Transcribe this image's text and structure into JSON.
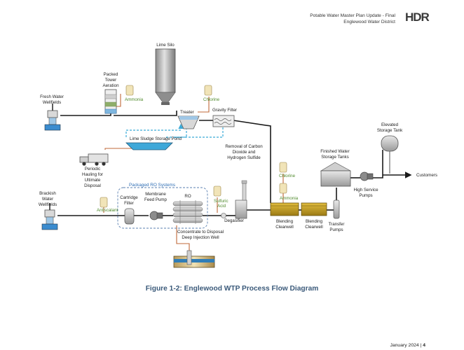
{
  "header": {
    "line1": "Potable Water Master Plan Update - Final",
    "line2": "Englewood Water District",
    "logo": "HDR"
  },
  "diagram": {
    "lime_silo": "Lime Silo",
    "packed_tower": [
      "Packed",
      "Tower",
      "Aeration"
    ],
    "fresh_water": [
      "Fresh Water",
      "Wellfields"
    ],
    "ammonia_top": "Ammonia",
    "chlorine_top": "Chlorine",
    "treater": "Treater",
    "gravity_filter": "Gravity Filter",
    "lime_sludge": "Lime Sludge Storage Pond",
    "periodic_hauling": [
      "Periodic",
      "Hauling for",
      "Ultimate",
      "Disposal"
    ],
    "removal": [
      "Removal of Carbon",
      "Dioxide and",
      "Hydrogen Sulfide"
    ],
    "chlorine_mid": "Chlorine",
    "ammonia_mid": "Ammonia",
    "finished_water": [
      "Finished Water",
      "Storage Tanks"
    ],
    "elevated_tank": [
      "Elevated",
      "Storage Tank"
    ],
    "customers": "Customers",
    "high_service": [
      "High Service",
      "Pumps"
    ],
    "brackish": [
      "Brackish",
      "Water",
      "Wellfields"
    ],
    "antiscalant": "Antiscalant",
    "packaged_ro": "Packaged RO Systems",
    "cartridge": [
      "Cartridge",
      "Filter"
    ],
    "membrane_pump": [
      "Membrane",
      "Feed Pump"
    ],
    "ro": "RO",
    "sulfuric": [
      "Sulfuric",
      "Acid"
    ],
    "degasifier": "Degasifier",
    "blending1": [
      "Blending",
      "Clearwell"
    ],
    "blending2": [
      "Blending",
      "Clearwell"
    ],
    "transfer": [
      "Transfer",
      "Pumps"
    ],
    "concentrate": [
      "Concentrate to Disposal",
      "Deep Injection Well"
    ]
  },
  "caption": "Figure 1-2: Englewood WTP Process Flow Diagram",
  "footer": {
    "date": "January 2024",
    "separator": " | ",
    "page": "4"
  },
  "colors": {
    "flow": "#1a1a1a",
    "sludge": "#3aaad8",
    "chemical": "#c0693a",
    "clearwell": "#c9a227",
    "ro_box": "#5a7fb0"
  }
}
